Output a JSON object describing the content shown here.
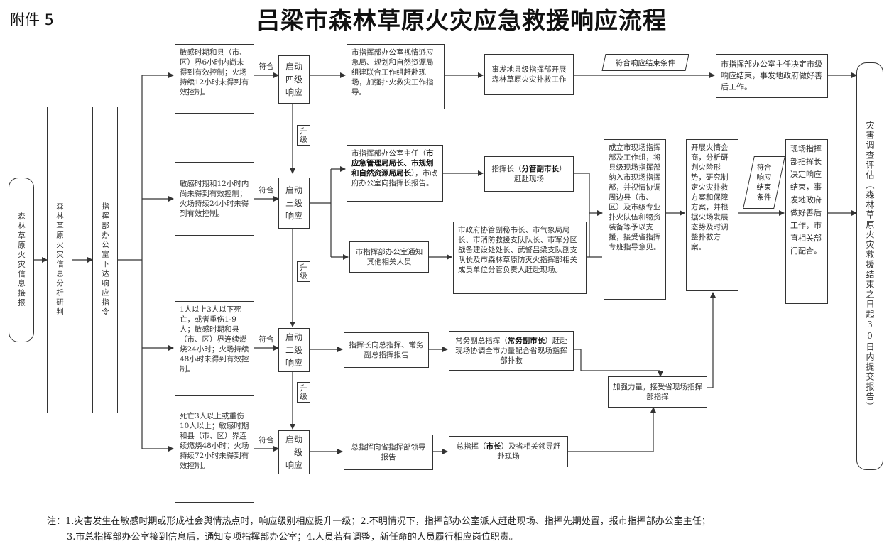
{
  "header": {
    "attachment": "附件 5",
    "title": "吕梁市森林草原火灾应急救援响应流程"
  },
  "flow": {
    "receive": "森林草原火灾信息接报",
    "analyze": "森林草原火灾信息分析研判",
    "dispatch": "指挥部办公室下达响应指令",
    "cond_level4": "敏感时期和县（市、区）界6小时内尚未得到有效控制；火场持续12小时未得到有效控制。",
    "cond_level3": "敏感时期和12小时内尚未得到有效控制；火场持续24小时未得到有效控制。",
    "cond_level2": "1人以上3人以下死亡，或者重伤1-9人；敏感时期和县（市、区）界连续燃烧24小时；火场持续48小时未得到有效控制。",
    "cond_level1": "死亡3人以上或重伤10人以上；敏感时期和县（市、区）界连续燃烧48小时；火场持续72小时未得到有效控制。",
    "fit": "符合",
    "upgrade": "升级",
    "start_level4": "启动四级响应",
    "start_level3": "启动三级响应",
    "start_level2": "启动二级响应",
    "start_level1": "启动一级响应",
    "l4_step1": "市指挥部办公室视情派应急局、规划和自然资源局组建联合工作组赶赴现场，加强扑火救灾工作指导。",
    "l4_step2": "事发地县级指挥部开展森林草原火灾扑救工作",
    "end_cond_top": "符合响应结束条件",
    "l4_step3": "市指挥部办公室主任决定市级响应结束，事发地政府做好善后工作。",
    "l3_report_a": "市指挥部办公室主任（",
    "l3_report_b": "市应急管理局局长、市规划和自然资源局局长",
    "l3_report_c": "），市政府办公室向指挥长报告。",
    "l3_cmd_a": "指挥长（",
    "l3_cmd_b": "分管副市长",
    "l3_cmd_c": "）赶赴现场",
    "l3_notify": "市指挥部办公室通知其他相关人员",
    "l3_officials": "市政府协管副秘书长、市气象局局长、市消防救援支队队长、市军分区战备建设处处长、武警吕梁支队副支队长及市森林草原防灭火指挥部相关成员单位分管负责人赶赴现场。",
    "onsite_hq": "成立市现场指挥部及工作组，将县级现场指挥部纳入市现场指挥部，并视情协调周边县（市、区）及市级专业扑火队伍和物资装备等予以支援，接受省指挥专班指导意见。",
    "analysis": "开展火情会商，分析研判火险形势，研究制定火灾扑救方案和保障方案，并根据火场发展态势及时调整扑救方案。",
    "end_cond_mid": "符合响应结束条件",
    "end_decision": "现场指挥部指挥长决定响应结束，事发地政府做好善后工作，市直相关部门配合。",
    "l2_report": "指挥长向总指挥、常务副总指挥报告",
    "l2_cmd_a": "常务副总指挥（",
    "l2_cmd_b": "常务副市长",
    "l2_cmd_c": "）赶赴现场协调全市力量配合省现场指挥部扑救",
    "strengthen": "加强力量，接受省现场指挥部指挥",
    "l1_report": "总指挥向省指挥部领导报告",
    "l1_cmd_a": "总指挥（",
    "l1_cmd_b": "市长",
    "l1_cmd_c": "）及省相关领导赶赴现场",
    "assessment": "灾害调查评估（森林草原火灾救援结束之日起30日内提交报告）"
  },
  "notes": {
    "line1": "注：1.灾害发生在敏感时期或形成社会舆情热点时，响应级别相应提升一级；2.不明情况下，指挥部办公室派人赶赴现场、指挥先期处置，报市指挥部办公室主任；",
    "line2": "3.市总指挥部办公室接到信息后，通知专项指挥部办公室；4.人员若有调整，新任命的人员履行相应岗位职责。"
  }
}
